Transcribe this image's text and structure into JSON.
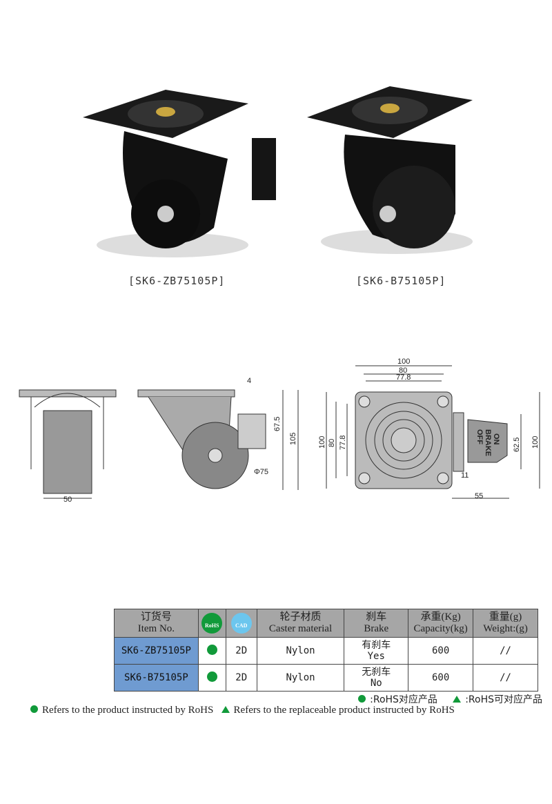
{
  "products": [
    {
      "caption": "[SK6-ZB75105P]"
    },
    {
      "caption": "[SK6-B75105P]"
    }
  ],
  "drawing": {
    "dims": {
      "width_wheel": "50",
      "plate_thk": "4",
      "brake_h": "67.5",
      "total_h": "105",
      "wheel_dia": "Φ75",
      "plate": "100",
      "hole_spacing": "80",
      "hole_spacing2": "77.8",
      "brake_w": "62.5",
      "offset": "11",
      "brake_len": "55"
    },
    "brake_labels": {
      "off": "OFF",
      "brake": "BRAKE",
      "on": "ON"
    }
  },
  "table": {
    "headers": [
      {
        "cn": "订货号",
        "en": "Item No."
      },
      {
        "icon": "rohs-icon",
        "label": "RoHS",
        "color": "#119a3a"
      },
      {
        "icon": "cad-icon",
        "label": "CAD",
        "color": "#6cc6ee"
      },
      {
        "cn": "轮子材质",
        "en": "Caster material"
      },
      {
        "cn": "刹车",
        "en": "Brake"
      },
      {
        "cn": "承重(Kg)",
        "en": "Capacity(kg)"
      },
      {
        "cn": "重量(g)",
        "en": "Weight:(g)"
      }
    ],
    "rows": [
      {
        "item": "SK6-ZB75105P",
        "rohs": "compliant",
        "cad": "2D",
        "material": "Nylon",
        "brake_cn": "有刹车",
        "brake_en": "Yes",
        "capacity": "600",
        "weight": "//"
      },
      {
        "item": "SK6-B75105P",
        "rohs": "compliant",
        "cad": "2D",
        "material": "Nylon",
        "brake_cn": "无刹车",
        "brake_en": "No",
        "capacity": "600",
        "weight": "//"
      }
    ]
  },
  "legend": {
    "cn_compliant": ":RoHS对应产品",
    "cn_replaceable": ":RoHS可对应产品",
    "en_compliant": "Refers to the product instructed by RoHS",
    "en_replaceable": "Refers to the replaceable product instructed by RoHS",
    "color": "#119a3a"
  }
}
